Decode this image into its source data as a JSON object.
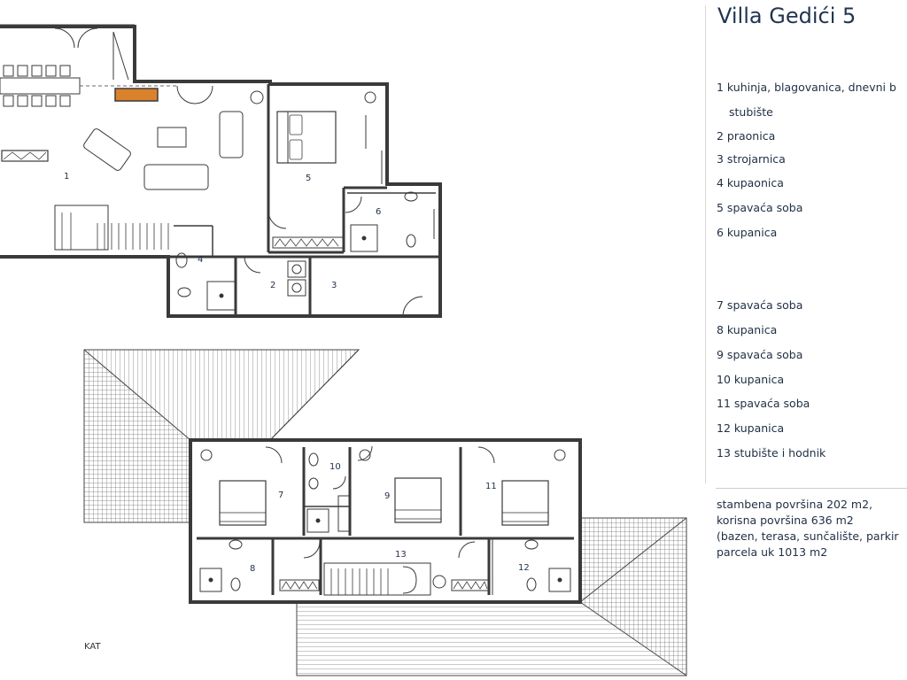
{
  "title": "Villa Gedići 5",
  "legend": [
    "1  kuhinja, blagovanica, dnevni b",
    "stubište",
    "2  praonica",
    "3 strojarnica",
    "4  kupaonica",
    "5  spavaća soba",
    "6  kupanica",
    "7  spavaća soba",
    "8  kupanica",
    "9 spavaća soba",
    "10 kupanica",
    "11 spavaća soba",
    "12 kupanica",
    "13 stubište i hodnik"
  ],
  "area_info": [
    "stambena površina 202 m2,",
    "korisna površina 636 m2",
    "(bazen, terasa, sunčalište, parkir",
    "parcela uk 1013 m2"
  ],
  "floor_label": "KAT",
  "room_numbers": {
    "r1": "1",
    "r2": "2",
    "r3": "3",
    "r4": "4",
    "r5": "5",
    "r6": "6",
    "r7": "7",
    "r8": "8",
    "r9": "9",
    "r10": "10",
    "r11": "11",
    "r12": "12",
    "r13": "13"
  },
  "colors": {
    "wall": "#3a3a3a",
    "line": "#555555",
    "fireplace": "#d9822b",
    "title": "#1f3550"
  }
}
